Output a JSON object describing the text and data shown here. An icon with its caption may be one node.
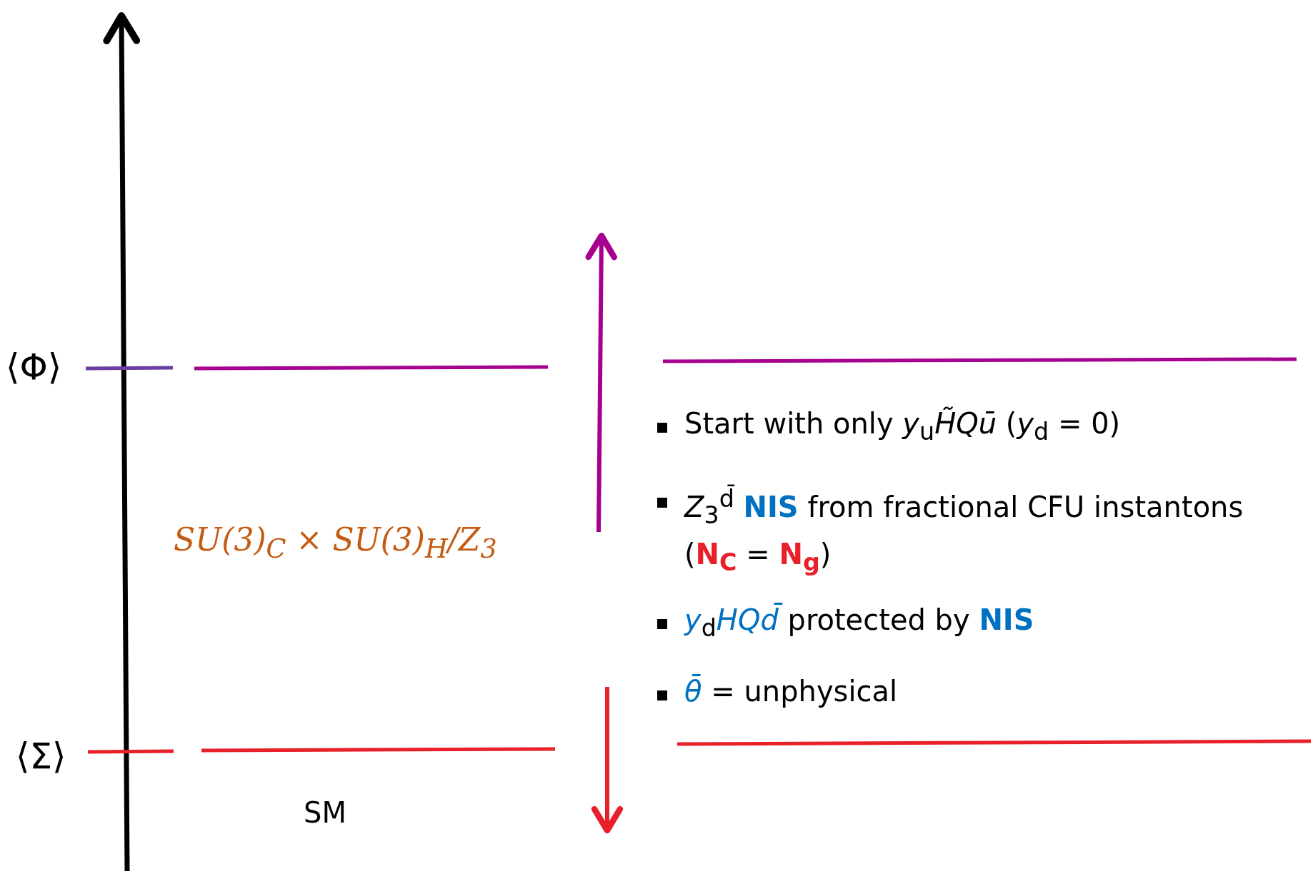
{
  "diagram": {
    "labels": [
      "⟨Φ⟩",
      "⟨Σ⟩",
      "SU(3)$_{C}$ × SU(3)$_{H}$/Z$_{3}$",
      "SM",
      "Start with only *y*$_{u}$*H̃Qū*    (*y*$_{d}$ = 0)",
      "*Z*$_{3}$$^{d̄}$ **NIS** from fractional CFU instantons (**N**$_{C}$ = **N**$_{g}$)",
      "*y*$_{d}$*HQd̄* protected by **NIS**",
      "*θ̄* = unphysical"
    ]
  }
}
